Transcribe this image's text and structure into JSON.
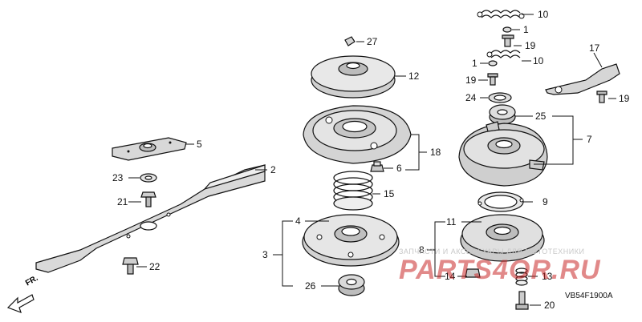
{
  "callouts": {
    "c1a": "1",
    "c1b": "1",
    "c2": "2",
    "c3": "3",
    "c4": "4",
    "c5": "5",
    "c6": "6",
    "c7": "7",
    "c8": "8",
    "c9": "9",
    "c10a": "10",
    "c10b": "10",
    "c11": "11",
    "c12": "12",
    "c13": "13",
    "c14": "14",
    "c15": "15",
    "c17": "17",
    "c18": "18",
    "c19a": "19",
    "c19b": "19",
    "c19c": "19",
    "c20": "20",
    "c21": "21",
    "c22": "22",
    "c23": "23",
    "c24": "24",
    "c25": "25",
    "c26": "26",
    "c27": "27"
  },
  "direction_label": "FR.",
  "diagram_code": "VB54F1900A",
  "watermark": {
    "caption": "ЗАПЧАСТИ И АКСЕССУАРЫ ДЛЯ МОТОТЕХНИКИ",
    "logo": "PARTS4OR.RU"
  }
}
